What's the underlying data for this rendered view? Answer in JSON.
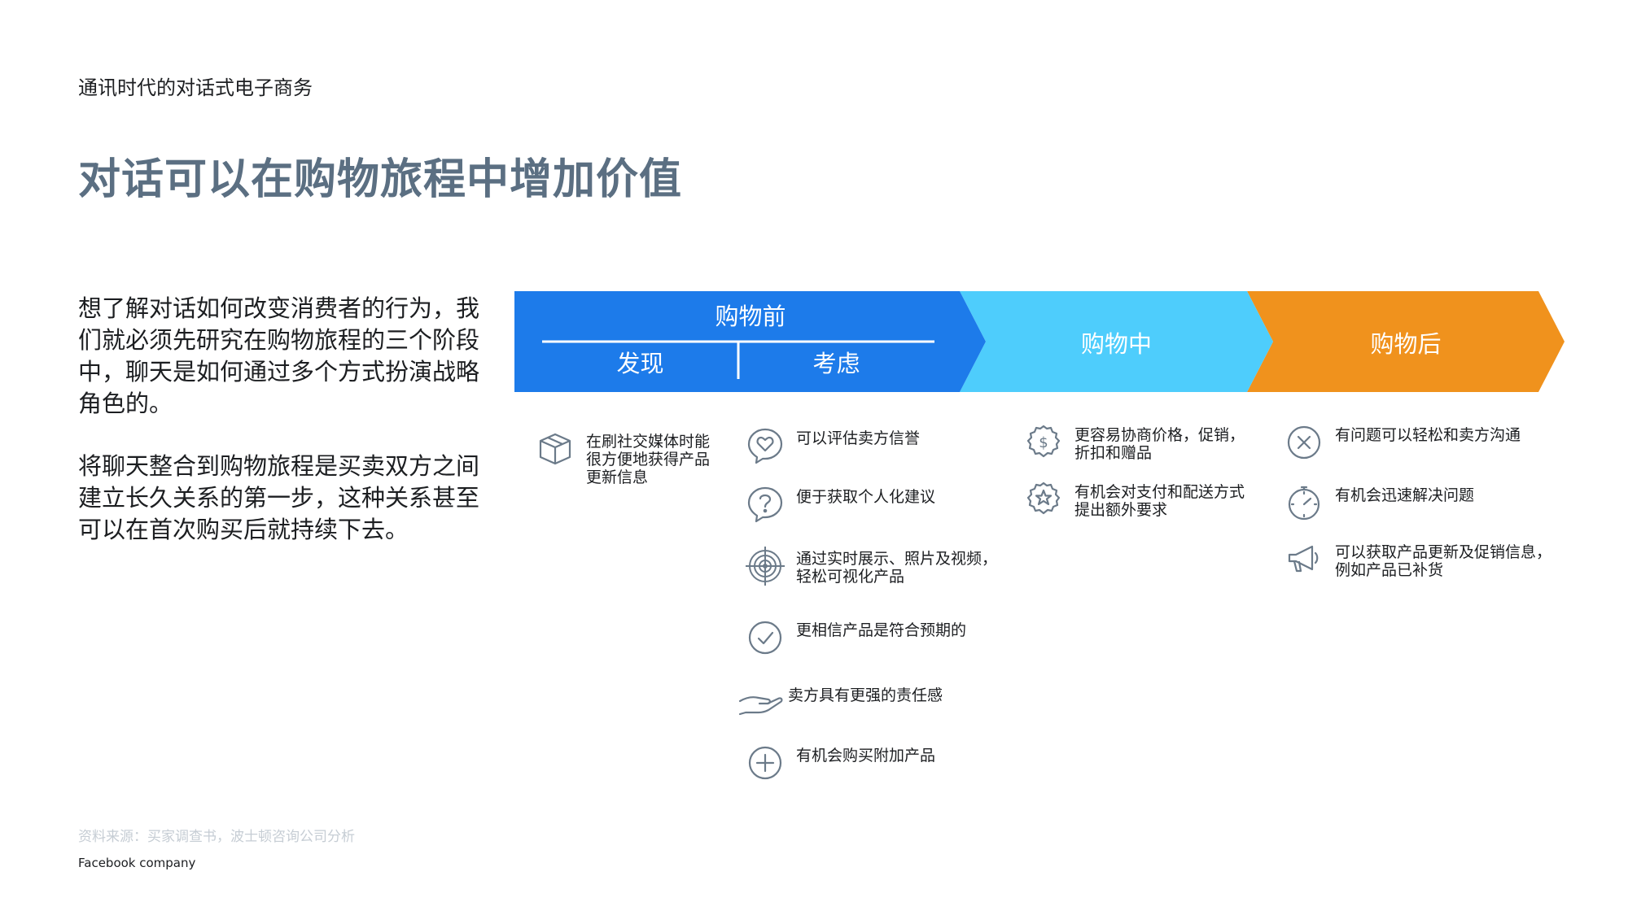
{
  "header": {
    "subtitle": "通讯时代的对话式电子商务"
  },
  "title": "对话可以在购物旅程中增加价值",
  "intro": {
    "p1": "想了解对话如何改变消费者的行为，我们就必须先研究在购物旅程的三个阶段中，聊天是如何通过多个方式扮演战略角色的。",
    "p2": "将聊天整合到购物旅程是买卖双方之间建立长久关系的第一步，这种关系甚至可以在首次购买后就持续下去。"
  },
  "stages": {
    "before": {
      "label": "购物前",
      "sub1": "发现",
      "sub2": "考虑",
      "color": "#1d7bea"
    },
    "during": {
      "label": "购物中",
      "color": "#4ecdfc"
    },
    "after": {
      "label": "购物后",
      "color": "#f0921d"
    }
  },
  "items": {
    "discover": [
      {
        "icon": "box-icon",
        "text": "在刷社交媒体时能很方便地获得产品更新信息"
      }
    ],
    "consider": [
      {
        "icon": "heart-bubble-icon",
        "text": "可以评估卖方信誉"
      },
      {
        "icon": "question-bubble-icon",
        "text": "便于获取个人化建议"
      },
      {
        "icon": "target-icon",
        "text": "通过实时展示、照片及视频，轻松可视化产品"
      },
      {
        "icon": "checkmark-circle-icon",
        "text": "更相信产品是符合预期的"
      },
      {
        "icon": "open-hand-icon",
        "text": "卖方具有更强的责任感"
      },
      {
        "icon": "plus-circle-icon",
        "text": "有机会购买附加产品"
      }
    ],
    "during": [
      {
        "icon": "dollar-badge-icon",
        "text": "更容易协商价格，促销，折扣和赠品"
      },
      {
        "icon": "star-badge-icon",
        "text": "有机会对支付和配送方式提出额外要求"
      }
    ],
    "after": [
      {
        "icon": "x-circle-icon",
        "text": "有问题可以轻松和卖方沟通"
      },
      {
        "icon": "stopwatch-icon",
        "text": "有机会迅速解决问题"
      },
      {
        "icon": "megaphone-icon",
        "text": "可以获取产品更新及促销信息，例如产品已补货"
      }
    ]
  },
  "source": "资料来源：买家调查书，波士顿咨询公司分析",
  "footer": "Facebook company",
  "colors": {
    "title": "#5b6f82",
    "icon": "#6b7a89"
  }
}
